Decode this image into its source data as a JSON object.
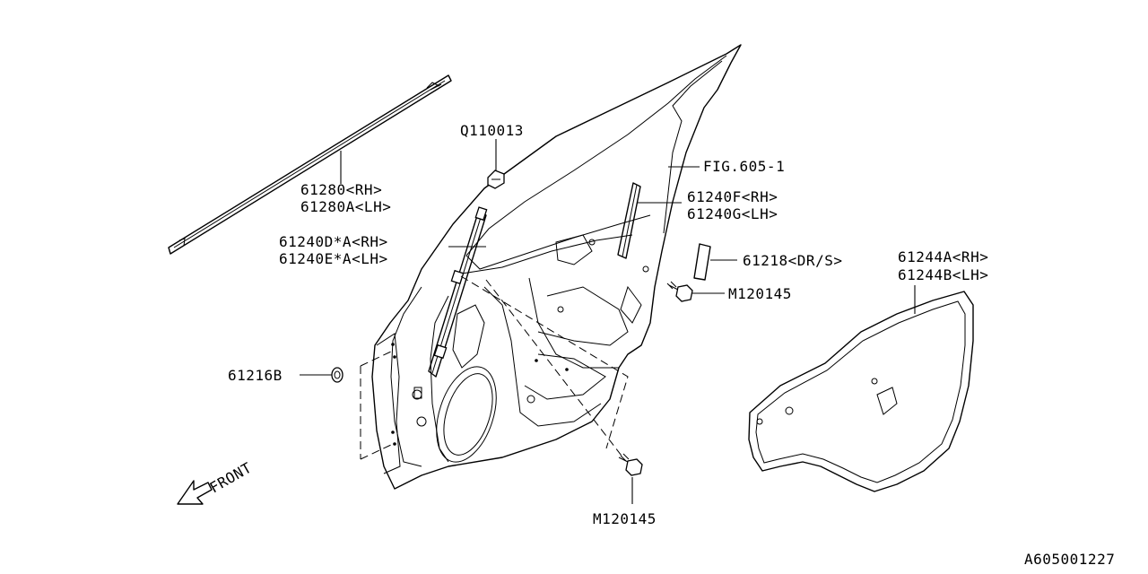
{
  "diagram_id": "A605001227",
  "labels": {
    "q110013": "Q110013",
    "fig605": "FIG.605-1",
    "p61280_rh": "61280<RH>",
    "p61280a_lh": "61280A<LH>",
    "p61240f_rh": "61240F<RH>",
    "p61240g_lh": "61240G<LH>",
    "p61240d_rh": "61240D*A<RH>",
    "p61240e_lh": "61240E*A<LH>",
    "p61218": "61218<DR/S>",
    "p61244a_rh": "61244A<RH>",
    "p61244b_lh": "61244B<LH>",
    "m120145_top": "M120145",
    "p61216b": "61216B",
    "m120145_bottom": "M120145",
    "front": "FRONT"
  }
}
